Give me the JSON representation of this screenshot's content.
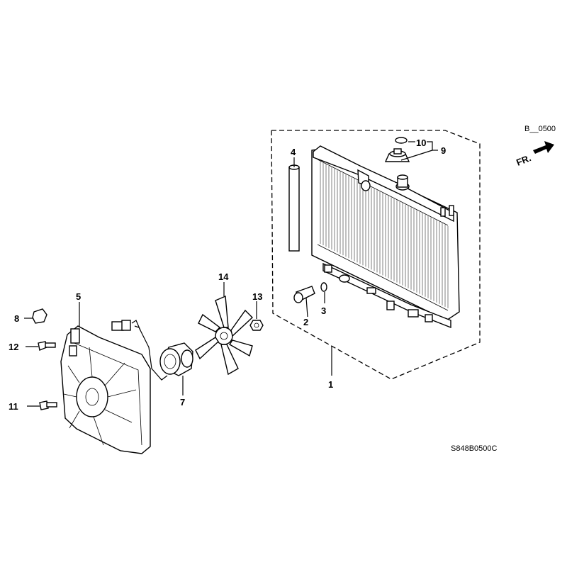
{
  "diagram": {
    "top_code": "B__0500",
    "bottom_code": "S848B0500C",
    "direction_label": "FR.",
    "callouts": {
      "n1": "1",
      "n2": "2",
      "n3": "3",
      "n4": "4",
      "n5": "5",
      "n7": "7",
      "n8": "8",
      "n9": "9",
      "n10": "10",
      "n11": "11",
      "n12": "12",
      "n13": "13",
      "n14": "14"
    }
  }
}
